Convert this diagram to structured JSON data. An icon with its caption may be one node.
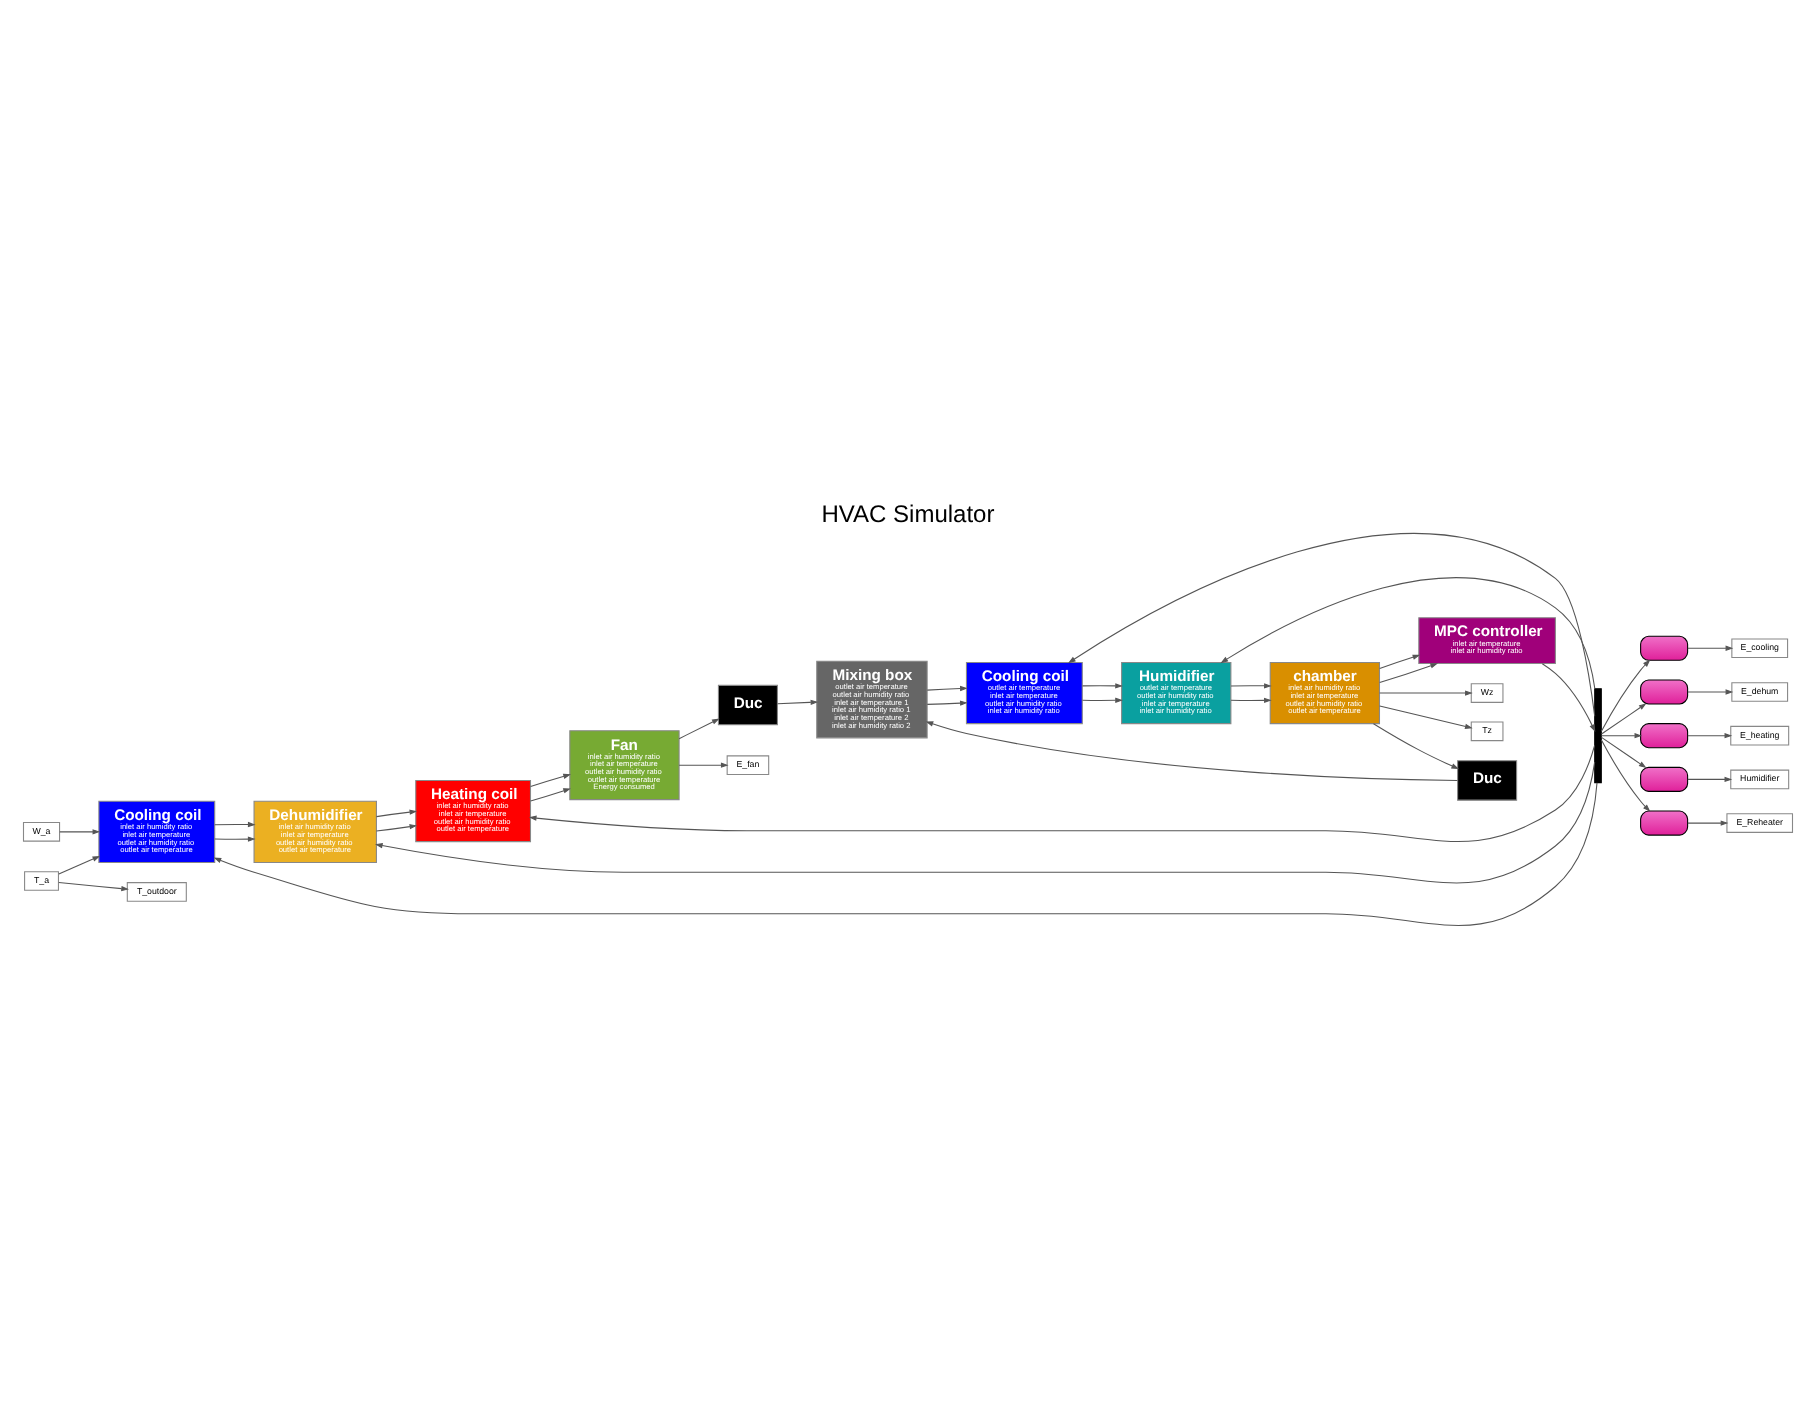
{
  "diagram": {
    "title": "HVAC Simulator",
    "nodes": [
      {
        "text": [
          "Cooling coil",
          "inlet air humidity ratio",
          "inlet air temperature",
          "outlet air humidity ratio",
          "outlet air temperature"
        ]
      },
      {
        "text": [
          "Dehumidifier",
          "inlet air humidity ratio",
          "inlet air temperature",
          "outlet air humidity ratio",
          "outlet air temperature"
        ]
      },
      {
        "text": [
          "Heating coil",
          "inlet air humidity ratio",
          "inlet air temperature",
          "outlet air humidity ratio",
          "outlet air temperature"
        ]
      },
      {
        "text": [
          "Fan",
          "inlet air humidity ratio",
          "inlet air temperature",
          "outlet air humidity ratio",
          "outlet air temperature",
          "Energy consumed"
        ]
      },
      {
        "text": [
          "Duc"
        ]
      },
      {
        "text": [
          "MPC controller",
          "inlet air temperature",
          "inlet air humidity ratio"
        ]
      },
      {
        "text": [],
        "shape": "bar"
      },
      {
        "text": [
          "Humidifier",
          "outlet air temperature",
          "outlet air humidity ratio",
          "inlet air temperature",
          "inlet air humidity ratio"
        ]
      },
      {
        "text": [
          "Cooling coil",
          "outlet air temperature",
          "inlet air temperature",
          "outlet air humidity ratio",
          "inlet air humidity ratio"
        ]
      },
      {
        "text": [
          "Mixing box",
          "outlet air temperature",
          "outlet air humidity ratio",
          "inlet air temperature 1",
          "inlet air humidity ratio 1",
          "inlet air temperature 2",
          "inlet air humidity ratio 2"
        ]
      },
      {
        "text": [
          "Duc"
        ]
      },
      {
        "text": [
          "chamber",
          "inlet air humidity ratio",
          "inlet air temperature",
          "outlet air humidity ratio",
          "outlet air temperature"
        ]
      },
      {
        "text": [
          "W_a"
        ]
      },
      {
        "text": [
          "T_a"
        ]
      },
      {
        "text": [
          "T_outdoor"
        ]
      },
      {
        "text": [
          "E_cooling"
        ]
      },
      {
        "text": [
          "E_dehum"
        ]
      },
      {
        "text": [
          "E_heating"
        ]
      },
      {
        "text": [
          "Humidifier"
        ]
      },
      {
        "text": [
          "E_fan"
        ]
      },
      {
        "text": [
          "E_Reheater"
        ]
      },
      {
        "text": [
          "Wz"
        ]
      },
      {
        "text": [
          "Tz"
        ]
      },
      {
        "text": [],
        "shape": "box"
      },
      {
        "text": [],
        "shape": "box"
      },
      {
        "text": [],
        "shape": "box"
      },
      {
        "text": [],
        "shape": "box"
      },
      {
        "text": [],
        "shape": "box"
      }
    ],
    "edges": [
      {
        "from": 12,
        "to": 0,
        "arrow": "to"
      },
      {
        "from": 13,
        "to": 0,
        "arrow": "to"
      },
      {
        "from": 13,
        "to": 14,
        "arrow": "to"
      },
      {
        "from": 0,
        "to": 1,
        "arrow": "to"
      },
      {
        "from": 0,
        "to": 1,
        "arrow": "to"
      },
      {
        "from": 1,
        "to": 2,
        "arrow": "to"
      },
      {
        "from": 1,
        "to": 2,
        "arrow": "to"
      },
      {
        "from": 2,
        "to": 3,
        "arrow": "to"
      },
      {
        "from": 2,
        "to": 3,
        "arrow": "to"
      },
      {
        "from": 3,
        "to": 4,
        "arrow": "to"
      },
      {
        "from": 3,
        "to": 19,
        "arrow": "to"
      },
      {
        "from": 5,
        "to": 6,
        "arrow": "to"
      },
      {
        "from": 6,
        "to": 0,
        "arrow": "to"
      },
      {
        "from": 6,
        "to": 1,
        "arrow": "to"
      },
      {
        "from": 6,
        "to": 2,
        "arrow": "to"
      },
      {
        "from": 6,
        "to": 8,
        "arrow": "to"
      },
      {
        "from": 6,
        "to": 7,
        "arrow": "to"
      },
      {
        "from": 6,
        "to": 23,
        "arrow": "to"
      },
      {
        "from": 6,
        "to": 24,
        "arrow": "to"
      },
      {
        "from": 6,
        "to": 25,
        "arrow": "to"
      },
      {
        "from": 6,
        "to": 26,
        "arrow": "to"
      },
      {
        "from": 6,
        "to": 27,
        "arrow": "to"
      },
      {
        "from": 23,
        "to": 15,
        "arrow": "to"
      },
      {
        "from": 24,
        "to": 16,
        "arrow": "to"
      },
      {
        "from": 25,
        "to": 17,
        "arrow": "to"
      },
      {
        "from": 26,
        "to": 18,
        "arrow": "to"
      },
      {
        "from": 27,
        "to": 20,
        "arrow": "to"
      },
      {
        "from": 4,
        "to": 9,
        "arrow": "to"
      },
      {
        "from": 10,
        "to": 9,
        "arrow": "to"
      },
      {
        "from": 9,
        "to": 8,
        "arrow": "to"
      },
      {
        "from": 9,
        "to": 8,
        "arrow": "to"
      },
      {
        "from": 8,
        "to": 7,
        "arrow": "to"
      },
      {
        "from": 8,
        "to": 7,
        "arrow": "to"
      },
      {
        "from": 7,
        "to": 11,
        "arrow": "to"
      },
      {
        "from": 7,
        "to": 11,
        "arrow": "to"
      },
      {
        "from": 11,
        "to": 10,
        "arrow": "to"
      },
      {
        "from": 11,
        "to": 21,
        "arrow": "to"
      },
      {
        "from": 11,
        "to": 22,
        "arrow": "to"
      },
      {
        "from": 11,
        "to": 5,
        "arrow": "to"
      },
      {
        "from": 11,
        "to": 5,
        "arrow": "to"
      }
    ]
  }
}
